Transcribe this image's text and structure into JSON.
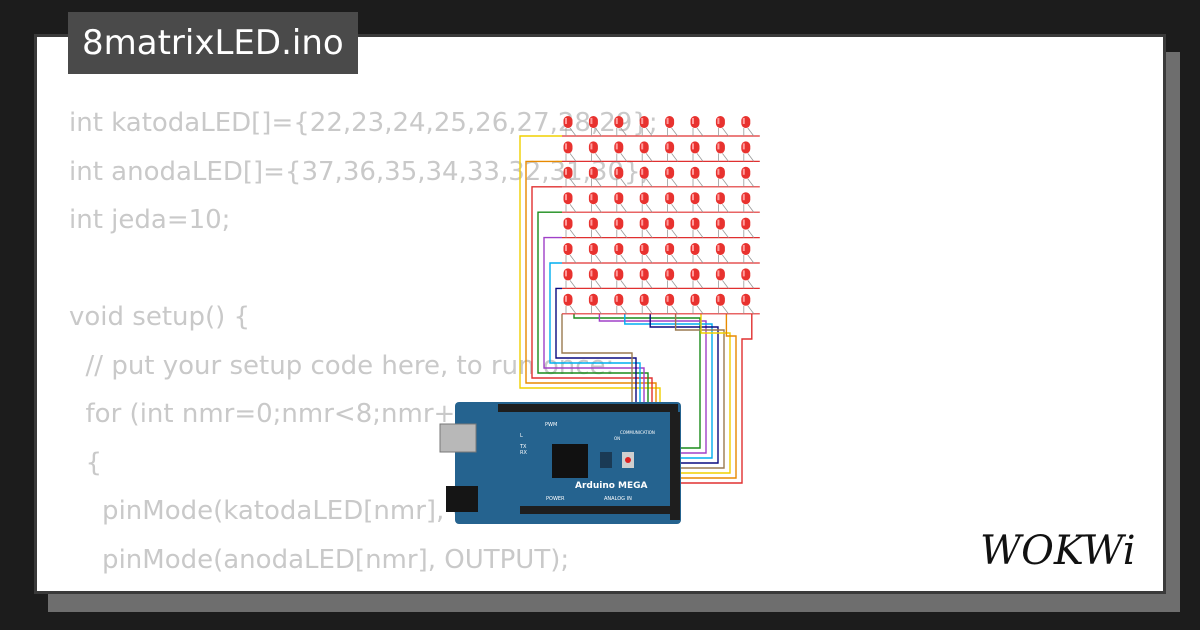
{
  "title": "8matrixLED.ino",
  "code_lines": [
    "int katodaLED[]={22,23,24,25,26,27,28,29};",
    "int anodaLED[]={37,36,35,34,33,32,31,30};",
    "int jeda=10;",
    "",
    "void setup() {",
    "  // put your setup code here, to run once:",
    "  for (int nmr=0;nmr<8;nmr++)",
    "  {",
    "    pinMode(katodaLED[nmr], OUTPUT);",
    "    pinMode(anodaLED[nmr], OUTPUT);",
    "  }"
  ],
  "board": {
    "name": "Arduino MEGA",
    "labels": {
      "pwm": "PWM",
      "communication": "COMMUNICATION",
      "power": "POWER",
      "analog_in": "ANALOG IN",
      "tx": "TX",
      "rx": "RX",
      "l": "L",
      "on": "ON"
    }
  },
  "matrix": {
    "rows": 8,
    "cols": 8,
    "led_color": "#e8322f"
  },
  "wire_colors": [
    "#f0d000",
    "#e88a00",
    "#e03030",
    "#1a8c1a",
    "#a040c8",
    "#00aef0",
    "#0a0a80",
    "#9a7a50"
  ],
  "logo": "WOKWi",
  "colors": {
    "board": "#25638f",
    "tab": "#4a4a4a",
    "code_text": "#c9c9c9"
  }
}
